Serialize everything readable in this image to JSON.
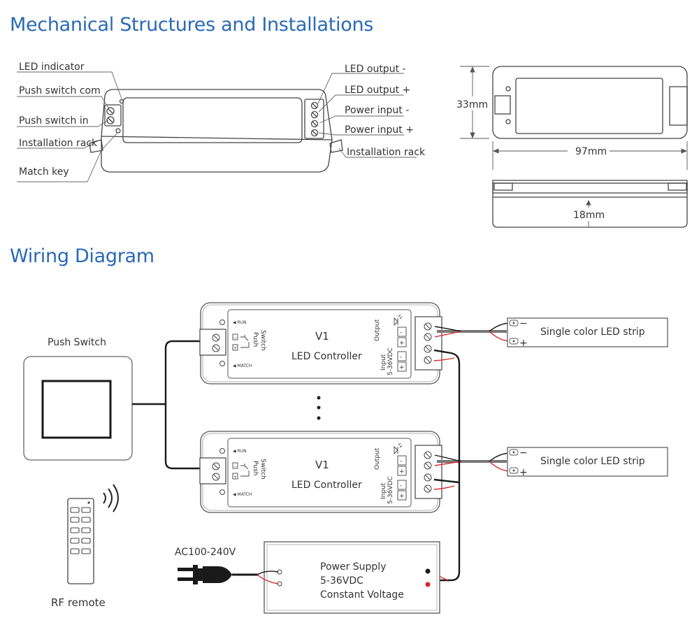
{
  "headings": {
    "mechanical": "Mechanical Structures and Installations",
    "wiring": "Wiring Diagram"
  },
  "mechanical": {
    "left_labels": [
      "LED indicator",
      "Push switch com",
      "Push switch in",
      "Installation rack",
      "Match key"
    ],
    "right_labels": [
      "LED output -",
      "LED output +",
      "Power input -",
      "Power input +",
      "Installation rack"
    ],
    "dimensions": {
      "height": "33mm",
      "length": "97mm",
      "thickness": "18mm"
    }
  },
  "wiring": {
    "push_switch": "Push Switch",
    "rf_remote": "RF remote",
    "controller": {
      "model": "V1",
      "name": "LED Controller",
      "push_switch_line1": "Push",
      "push_switch_line2": "Switch",
      "run": "RUN",
      "match": "MATCH",
      "output": "Output",
      "input_line1": "Input",
      "input_line2": "5-36VDC",
      "minus": "-",
      "plus": "+"
    },
    "led_strip": "Single color LED strip",
    "strip_minus": "−",
    "strip_plus": "+",
    "ac": "AC100-240V",
    "power_supply": [
      "Power Supply",
      "5-36VDC",
      "Constant Voltage"
    ]
  },
  "colors": {
    "heading": "#2a6ab5",
    "wire_red": "#d8262b",
    "wire_black": "#1a1a1a",
    "line": "#555555"
  }
}
